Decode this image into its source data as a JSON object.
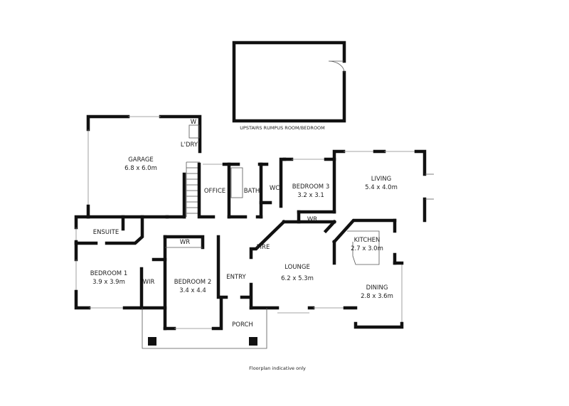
{
  "upstairs": {
    "label": "UPSTAIRS RUMPUS ROOM/BEDROOM"
  },
  "rooms": {
    "garage": {
      "name": "GARAGE",
      "size": "6.8 x 6.0m"
    },
    "laundry": {
      "name": "L'DRY"
    },
    "washer": {
      "name": "W"
    },
    "office": {
      "name": "OFFICE"
    },
    "bath": {
      "name": "BATH"
    },
    "wc": {
      "name": "WC"
    },
    "bedroom3": {
      "name": "BEDROOM 3",
      "size": "3.2 x 3.1"
    },
    "living": {
      "name": "LIVING",
      "size": "5.4 x 4.0m"
    },
    "ensuite": {
      "name": "ENSUITE"
    },
    "bedroom1": {
      "name": "BEDROOM 1",
      "size": "3.9 x 3.9m"
    },
    "wir": {
      "name": "WIR"
    },
    "wr1": {
      "name": "WR"
    },
    "wr2": {
      "name": "WR"
    },
    "bedroom2": {
      "name": "BEDROOM 2",
      "size": "3.4 x 4.4"
    },
    "entry": {
      "name": "ENTRY"
    },
    "fire": {
      "name": "FIRE"
    },
    "lounge": {
      "name": "LOUNGE",
      "size": "6.2 x 5.3m"
    },
    "kitchen": {
      "name": "KITCHEN",
      "size": "2.7 x 3.0m"
    },
    "dining": {
      "name": "DINING",
      "size": "2.8 x 3.6m"
    },
    "porch": {
      "name": "PORCH"
    }
  },
  "footer": {
    "note": "Floorplan indicative only"
  }
}
